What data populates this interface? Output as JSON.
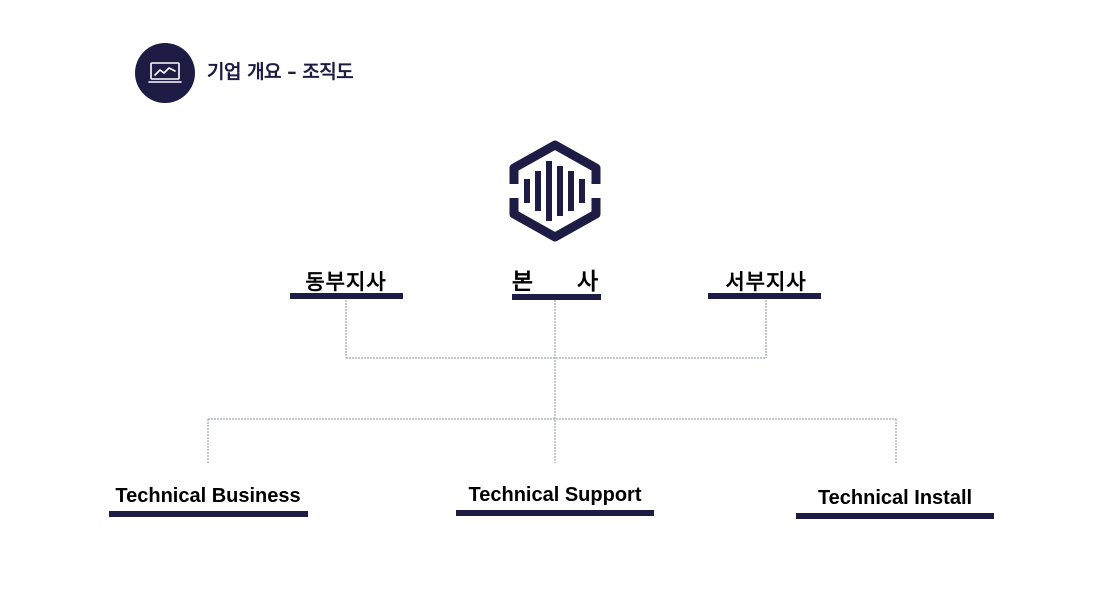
{
  "header": {
    "title": "기업 개요 – 조직도",
    "icon": "chart-monitor-icon"
  },
  "org": {
    "logo_icon": "hexagon-waveform-logo",
    "hq": "본 사",
    "branches": [
      "동부지사",
      "서부지사"
    ],
    "departments": [
      "Technical Business",
      "Technical Support",
      "Technical Install"
    ]
  },
  "colors": {
    "navy": "#1c1c44",
    "connector": "#8a8fa8"
  }
}
